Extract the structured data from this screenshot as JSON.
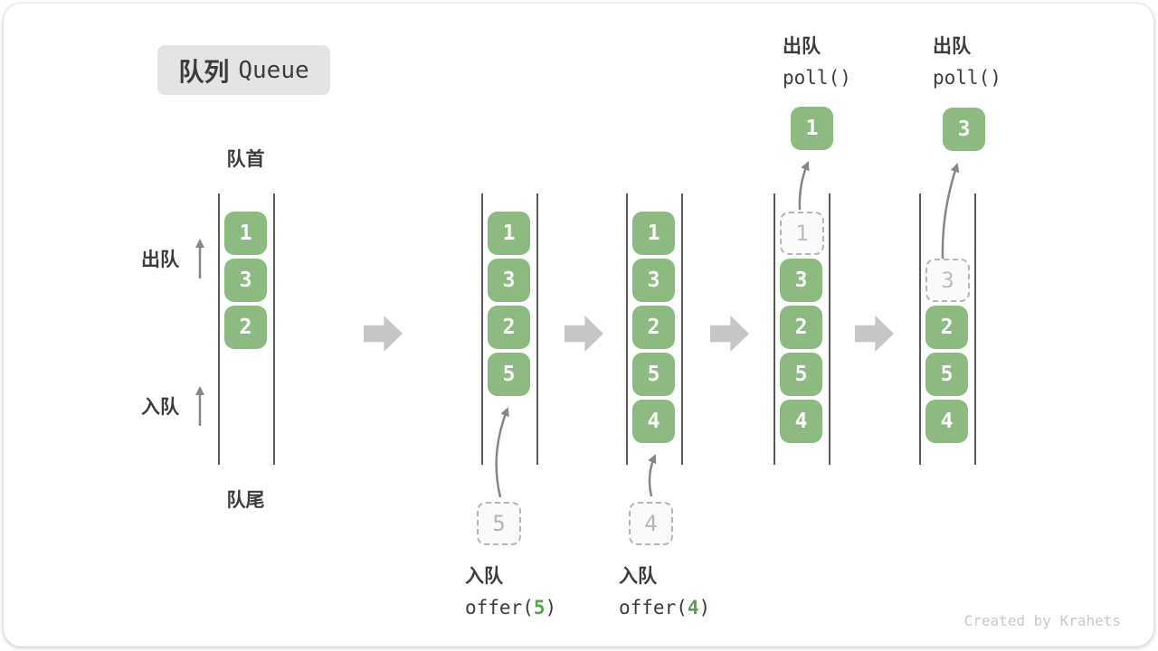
{
  "title": {
    "zh": "队列",
    "en": "Queue"
  },
  "labels": {
    "front": "队首",
    "rear": "队尾",
    "dequeue_side": "出队",
    "enqueue_side": "入队"
  },
  "queues": [
    {
      "slots": [
        {
          "row": 0,
          "value": "1",
          "state": "filled"
        },
        {
          "row": 1,
          "value": "3",
          "state": "filled"
        },
        {
          "row": 2,
          "value": "2",
          "state": "filled"
        }
      ]
    },
    {
      "slots": [
        {
          "row": 0,
          "value": "1",
          "state": "filled"
        },
        {
          "row": 1,
          "value": "3",
          "state": "filled"
        },
        {
          "row": 2,
          "value": "2",
          "state": "filled"
        },
        {
          "row": 3,
          "value": "5",
          "state": "filled"
        }
      ]
    },
    {
      "slots": [
        {
          "row": 0,
          "value": "1",
          "state": "filled"
        },
        {
          "row": 1,
          "value": "3",
          "state": "filled"
        },
        {
          "row": 2,
          "value": "2",
          "state": "filled"
        },
        {
          "row": 3,
          "value": "5",
          "state": "filled"
        },
        {
          "row": 4,
          "value": "4",
          "state": "filled"
        }
      ]
    },
    {
      "slots": [
        {
          "row": 0,
          "value": "1",
          "state": "dashed"
        },
        {
          "row": 1,
          "value": "3",
          "state": "filled"
        },
        {
          "row": 2,
          "value": "2",
          "state": "filled"
        },
        {
          "row": 3,
          "value": "5",
          "state": "filled"
        },
        {
          "row": 4,
          "value": "4",
          "state": "filled"
        }
      ]
    },
    {
      "slots": [
        {
          "row": 1,
          "value": "3",
          "state": "dashed"
        },
        {
          "row": 2,
          "value": "2",
          "state": "filled"
        },
        {
          "row": 3,
          "value": "5",
          "state": "filled"
        },
        {
          "row": 4,
          "value": "4",
          "state": "filled"
        }
      ]
    }
  ],
  "incoming": [
    {
      "value": "5"
    },
    {
      "value": "4"
    }
  ],
  "popped": [
    {
      "value": "1"
    },
    {
      "value": "3"
    }
  ],
  "operations": {
    "enqueue": [
      {
        "label": "入队",
        "fn_prefix": "offer(",
        "arg": "5",
        "fn_suffix": ")"
      },
      {
        "label": "入队",
        "fn_prefix": "offer(",
        "arg": "4",
        "fn_suffix": ")"
      }
    ],
    "dequeue": [
      {
        "label": "出队",
        "fn": "poll()"
      },
      {
        "label": "出队",
        "fn": "poll()"
      }
    ]
  },
  "icons": {
    "step_arrow": "block-arrow-right",
    "side_arrow": "arrow-up",
    "flow_arrow": "curved-arrow-up"
  },
  "colors": {
    "box_green": "#8cba80",
    "arg_green": "#5ca052",
    "arrow_gray": "#868686",
    "block_arrow_gray": "#c6c6c6",
    "dashed_gray": "#b5b5b5",
    "text_dark": "#3c3c3c",
    "title_bg": "#e4e4e4",
    "watermark_gray": "#c9c9c9"
  },
  "watermark": "Created by Krahets"
}
